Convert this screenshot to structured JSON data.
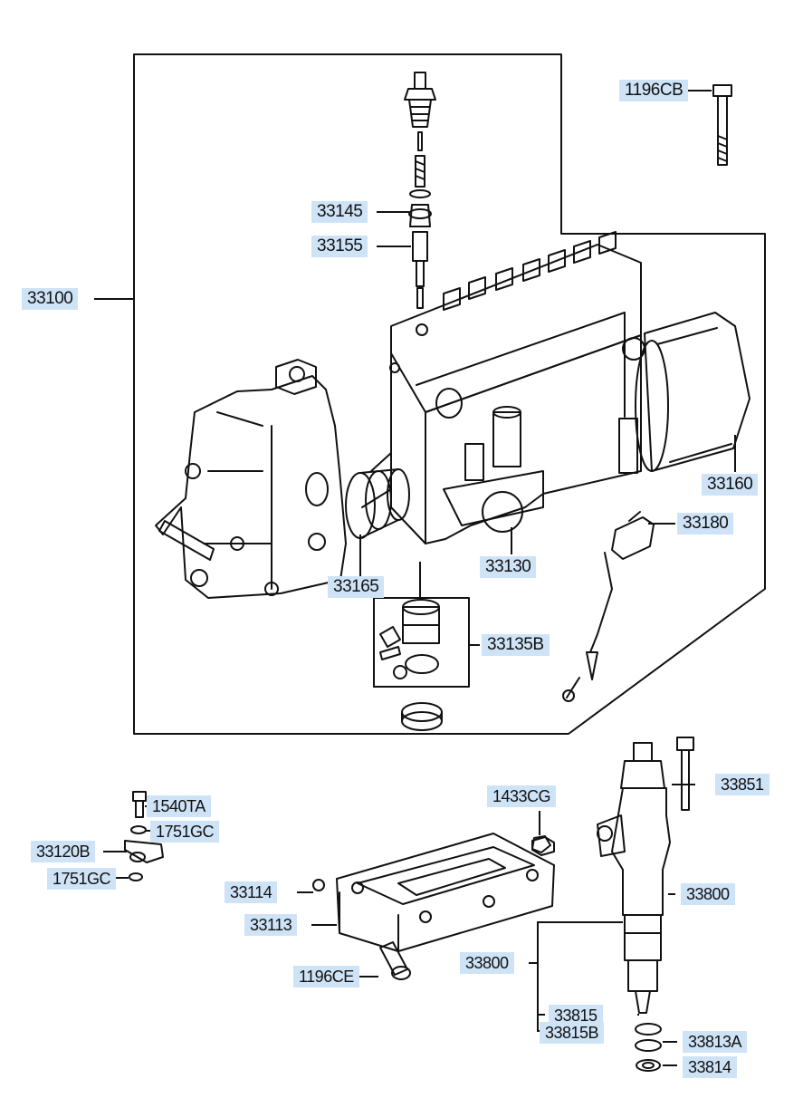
{
  "labels": {
    "l_33100": "33100",
    "l_33145": "33145",
    "l_33155": "33155",
    "l_1196CB": "1196CB",
    "l_33160": "33160",
    "l_33180": "33180",
    "l_33165": "33165",
    "l_33130": "33130",
    "l_33135B": "33135B",
    "l_1540TA": "1540TA",
    "l_1751GC_a": "1751GC",
    "l_33120B": "33120B",
    "l_1751GC_b": "1751GC",
    "l_1433CG": "1433CG",
    "l_33114": "33114",
    "l_33113": "33113",
    "l_1196CE": "1196CE",
    "l_33851": "33851",
    "l_33800_a": "33800",
    "l_33800_b": "33800",
    "l_33815": "33815",
    "l_33815B": "33815B",
    "l_33813A": "33813A",
    "l_33814": "33814"
  },
  "colors": {
    "label_bg": "#cfe3f7",
    "line": "#111111"
  }
}
